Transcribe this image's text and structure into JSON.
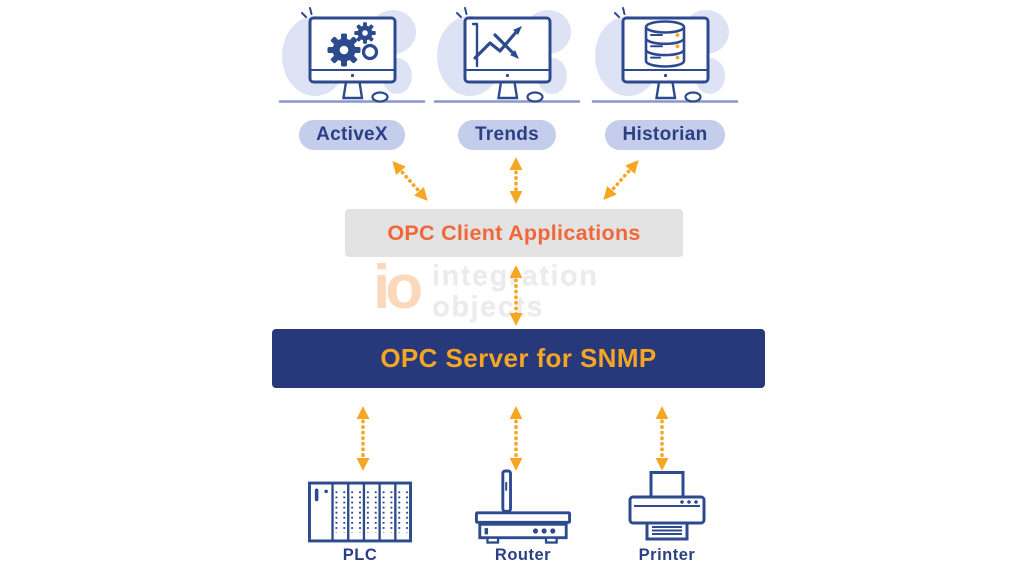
{
  "client_apps": [
    {
      "label": "ActiveX",
      "icon": "gears-monitor-icon"
    },
    {
      "label": "Trends",
      "icon": "trend-chart-monitor-icon"
    },
    {
      "label": "Historian",
      "icon": "database-monitor-icon"
    }
  ],
  "middleware_box": {
    "label": "OPC Client Applications",
    "text_color": "#F0683A",
    "bg_color": "#E3E3E3"
  },
  "server_box": {
    "label": "OPC Server for SNMP",
    "text_color": "#F5A623",
    "bg_color": "#27397B"
  },
  "devices": [
    {
      "label": "PLC",
      "icon": "plc-icon"
    },
    {
      "label": "Router",
      "icon": "router-icon"
    },
    {
      "label": "Printer",
      "icon": "printer-icon"
    }
  ],
  "watermark": {
    "logo": "io",
    "line1": "integration",
    "line2": "objects"
  },
  "connections": {
    "style": "dotted-bidirectional-arrow",
    "color": "#F5A623",
    "links": [
      "ActiveX ↔ OPC Client Applications",
      "Trends ↔ OPC Client Applications",
      "Historian ↔ OPC Client Applications",
      "OPC Client Applications ↔ OPC Server for SNMP",
      "OPC Server for SNMP ↔ PLC",
      "OPC Server for SNMP ↔ Router",
      "OPC Server for SNMP ↔ Printer"
    ]
  },
  "colors": {
    "icon_stroke": "#2E4A8F",
    "pill_bg": "#C5CDEC",
    "pill_text": "#2B3F85",
    "blob": "#DDE3F5",
    "arrow": "#F5A623",
    "desk_line": "#8A97CC"
  }
}
